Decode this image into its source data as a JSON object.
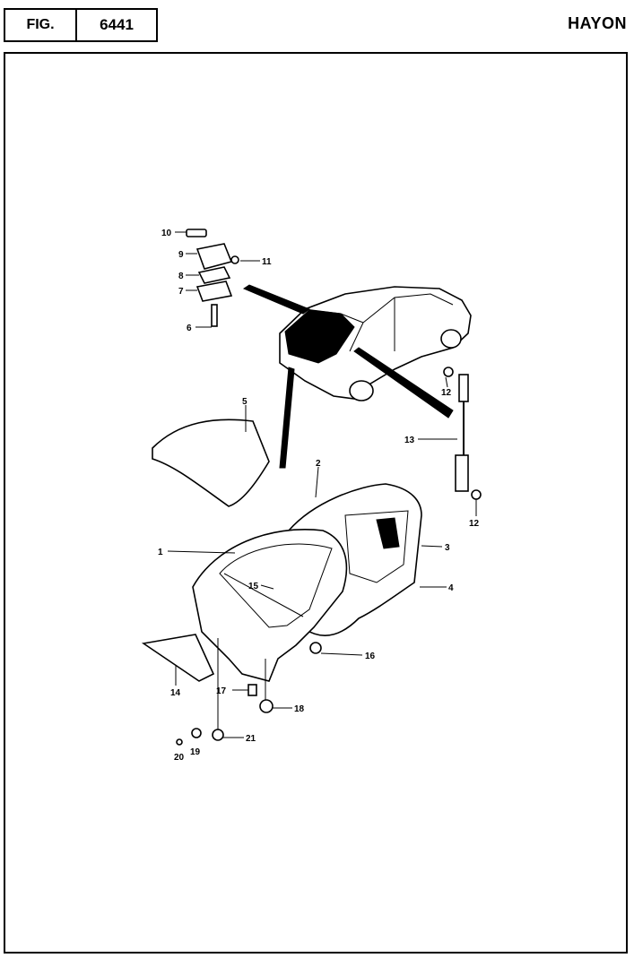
{
  "header": {
    "fig_label": "FIG.",
    "fig_number": "6441",
    "title": "HAYON"
  },
  "callouts": {
    "c1": "1",
    "c2": "2",
    "c3": "3",
    "c4": "4",
    "c5": "5",
    "c6": "6",
    "c7": "7",
    "c8": "8",
    "c9": "9",
    "c10": "10",
    "c11": "11",
    "c12a": "12",
    "c12b": "12",
    "c13": "13",
    "c14": "14",
    "c15": "15",
    "c16": "16",
    "c17": "17",
    "c18": "18",
    "c19": "19",
    "c20": "20",
    "c21": "21"
  }
}
